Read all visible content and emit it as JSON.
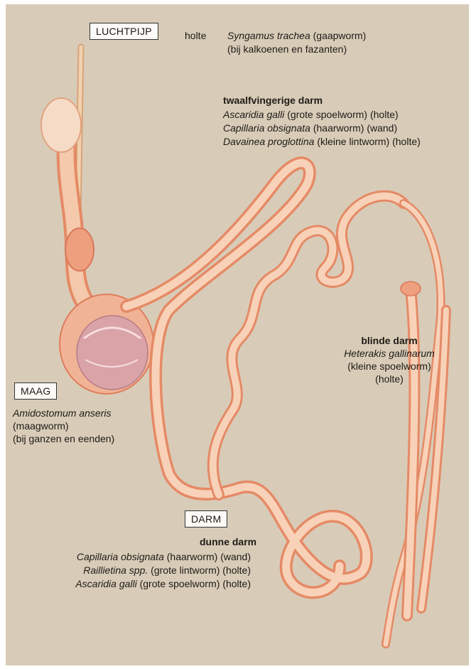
{
  "labels": {
    "trachea": {
      "box": "LUCHTPIJP",
      "site": "holte",
      "species": "Syngamus trachea",
      "common": "(gaapworm)",
      "note": "(bij kalkoenen en fazanten)"
    },
    "duodenum": {
      "title": "twaalfvingerige darm",
      "rows": [
        {
          "species": "Ascaridia galli",
          "rest": "(grote spoelworm) (holte)"
        },
        {
          "species": "Capillaria obsignata",
          "rest": "(haarworm) (wand)"
        },
        {
          "species": "Davainea proglottina",
          "rest": "(kleine lintworm) (holte)"
        }
      ]
    },
    "caecum": {
      "title": "blinde darm",
      "species": "Heterakis gallinarum",
      "common": "(kleine spoelworm)",
      "site": "(holte)"
    },
    "stomach": {
      "box": "MAAG",
      "species": "Amidostomum anseris",
      "common": "(maagworm)",
      "note": "(bij ganzen en eenden)"
    },
    "intestine": {
      "box": "DARM",
      "title": "dunne darm",
      "rows": [
        {
          "species": "Capillaria obsignata",
          "rest": "(haarworm) (wand)"
        },
        {
          "species": "Raillietina spp.",
          "rest": "(grote lintworm) (holte)"
        },
        {
          "species": "Ascaridia galli",
          "rest": "(grote spoelworm) (holte)"
        }
      ]
    }
  },
  "colors": {
    "background": "#d8ccb8",
    "gut": "#f0b896",
    "gut_edge": "#e58a66",
    "gizzard": "#d9a3a8",
    "trachea": "#e9c29a"
  }
}
